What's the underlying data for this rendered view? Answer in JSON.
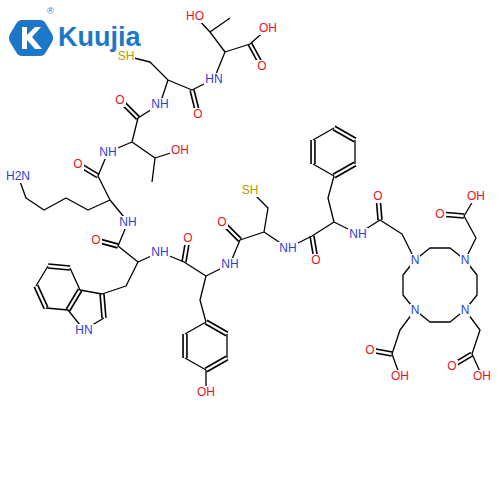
{
  "diagram": {
    "labels": [
      "Kuujia",
      "®",
      "HO",
      "OH",
      "O",
      "HN",
      "O",
      "SH",
      "NH",
      "O",
      "OH",
      "NH",
      "O",
      "H2N",
      "NH",
      "O",
      "HN",
      "NH",
      "O",
      "OH",
      "NH",
      "O",
      "SH",
      "NH",
      "O",
      "NH",
      "O",
      "N",
      "N",
      "N",
      "N",
      "OH",
      "O",
      "OH",
      "O",
      "OH",
      "O"
    ]
  }
}
